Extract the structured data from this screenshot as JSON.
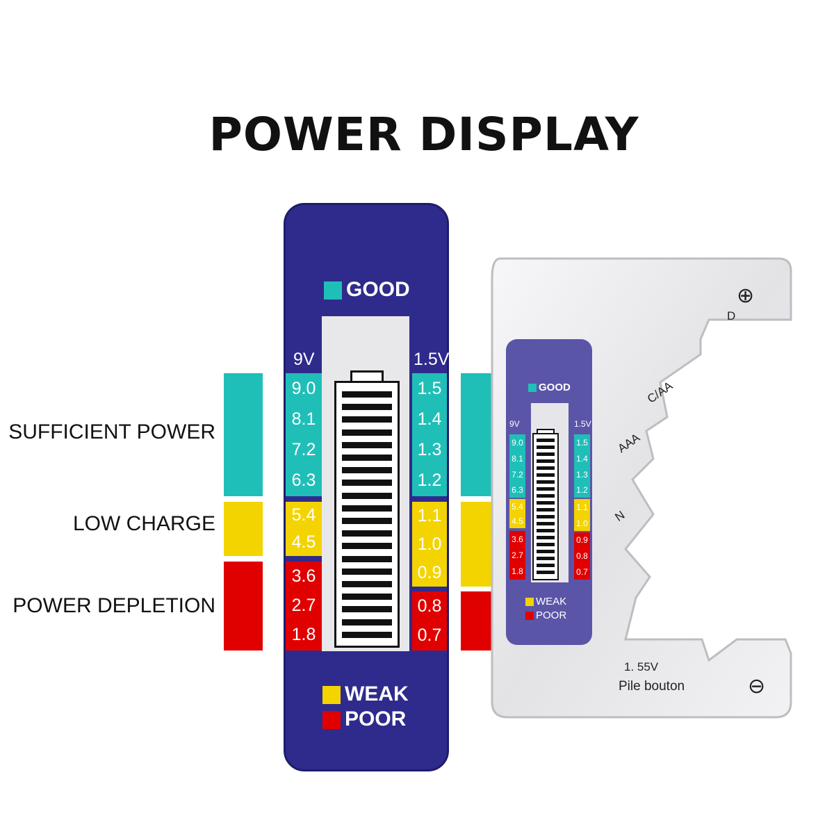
{
  "title": "POWER DISPLAY",
  "legend": [
    {
      "label": "SUFFICIENT POWER",
      "color": "#1fbfb8"
    },
    {
      "label": "LOW CHARGE",
      "color": "#f3d400"
    },
    {
      "label": "POWER DEPLETION",
      "color": "#e00000"
    }
  ],
  "tester": {
    "good_label": "GOOD",
    "weak_label": "WEAK",
    "poor_label": "POOR",
    "left_header": "9V",
    "right_header": "1.5V",
    "left_good": [
      "9.0",
      "8.1",
      "7.2",
      "6.3"
    ],
    "left_weak": [
      "5.4",
      "4.5"
    ],
    "left_poor": [
      "3.6",
      "2.7",
      "1.8"
    ],
    "right_good": [
      "1.5",
      "1.4",
      "1.3",
      "1.2"
    ],
    "right_weak": [
      "1.1",
      "1.0",
      "0.9"
    ],
    "right_poor": [
      "0.8",
      "0.7"
    ]
  },
  "device": {
    "labels": {
      "d": "D",
      "c_aa": "C/AA",
      "aaa": "AAA",
      "n": "N",
      "button_voltage": "1. 55V",
      "button_name": "Pile bouton"
    },
    "plus_symbol": "⊕",
    "minus_symbol": "⊖"
  },
  "colors": {
    "good": "#1fbfb8",
    "weak": "#f3d400",
    "poor": "#e00000",
    "panel": "#2f2b8c"
  }
}
